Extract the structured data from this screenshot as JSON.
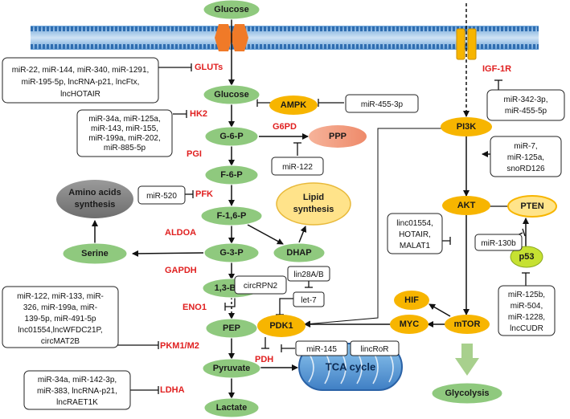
{
  "metabolites": {
    "glucose_out": "Glucose",
    "glucose_in": "Glucose",
    "g6p": "G-6-P",
    "f6p": "F-6-P",
    "f16p": "F-1,6-P",
    "g3p": "G-3-P",
    "dhap": "DHAP",
    "bpg": "1,3-BPG",
    "pep": "PEP",
    "pyruvate": "Pyruvate",
    "lactate": "Lactate",
    "serine": "Serine",
    "amino_acids": [
      "Amino acids",
      "synthesis"
    ],
    "lipid": [
      "Lipid",
      "synthesis"
    ],
    "ppp": "PPP",
    "tca": "TCA cycle",
    "glycolysis": "Glycolysis"
  },
  "signaling": {
    "ampk": "AMPK",
    "pi3k": "PI3K",
    "akt": "AKT",
    "pten": "PTEN",
    "p53": "p53",
    "mtor": "mTOR",
    "myc": "MYC",
    "hif": "HIF",
    "pdk1": "PDK1"
  },
  "enzymes": {
    "gluts": "GLUTs",
    "hk2": "HK2",
    "g6pd": "G6PD",
    "pgi": "PGI",
    "pfk": "PFK",
    "aldoa": "ALDOA",
    "gapdh": "GAPDH",
    "eno1": "ENO1",
    "pkm": "PKM1/M2",
    "ldha": "LDHA",
    "pdh": "PDH",
    "igf1r": "IGF-1R"
  },
  "regulators": {
    "gluts_box": [
      "miR-22, miR-144, miR-340, miR-1291,",
      "miR-195-5p, lncRNA-p21, lncFtx,",
      "lncHOTAIR"
    ],
    "hk2_box": [
      "miR-34a, miR-125a,",
      "miR-143, miR-155,",
      "miR-199a, miR-202,",
      "miR-885-5p"
    ],
    "ampk_box": [
      "miR-455-3p"
    ],
    "g6pd_box": [
      "miR-122"
    ],
    "pfk_box": [
      "miR-520"
    ],
    "eno1_box": [
      "circRPN2"
    ],
    "pkm_box": [
      "miR-122, miR-133, miR-",
      "326, miR-199a, miR-",
      "139-5p, miR-491-5p",
      "lnc01554,lncWFDC21P,",
      "circMAT2B"
    ],
    "ldha_box": [
      "miR-34a, miR-142-3p,",
      "miR-383, lncRNA-p21,",
      "lncRAET1K"
    ],
    "lin28_box": [
      "lin28A/B"
    ],
    "let7_box": [
      "let-7"
    ],
    "mir145_box": [
      "miR-145"
    ],
    "lincror_box": [
      "lincRoR"
    ],
    "igf1r_box": [
      "miR-342-3p,",
      "miR-455-5p"
    ],
    "pi3k_box": [
      "miR-7,",
      "miR-125a,",
      "snoRD126"
    ],
    "akt_box": [
      "linc01554,",
      "HOTAIR,",
      "MALAT1"
    ],
    "pten_box": [
      "miR-130b"
    ],
    "p53_box": [
      "miR-125b,",
      "miR-504,",
      "miR-1228,",
      "lncCUDR"
    ]
  },
  "colors": {
    "metabolite": "#8fc97e",
    "signaling": "#f7b500",
    "enzyme_text": "#e02020",
    "membrane": "#4a86c8",
    "transporter": "#f07a28"
  }
}
